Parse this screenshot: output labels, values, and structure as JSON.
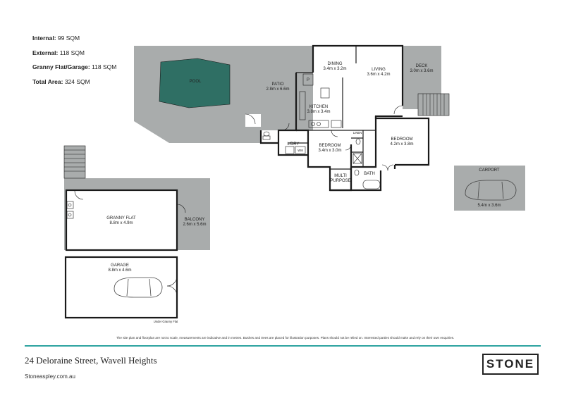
{
  "areas": [
    {
      "label": "Internal:",
      "value": " 99 SQM"
    },
    {
      "label": "External:",
      "value": " 118 SQM"
    },
    {
      "label": "Granny Flat/Garage:",
      "value": " 118 SQM"
    },
    {
      "label": "Total Area:",
      "value": " 324 SQM"
    }
  ],
  "rooms": {
    "pool": {
      "name": "POOL"
    },
    "patio": {
      "name": "PATIO",
      "dims": "2.8m x 6.6m"
    },
    "dining": {
      "name": "DINING",
      "dims": "3.4m x 3.2m"
    },
    "living": {
      "name": "LIVING",
      "dims": "3.6m x 4.2m"
    },
    "deck": {
      "name": "DECK",
      "dims": "3.0m x 3.6m"
    },
    "kitchen": {
      "name": "KITCHEN",
      "dims": "3.8m x 3.4m"
    },
    "laundry": {
      "name": "L'DRY"
    },
    "bedroom1": {
      "name": "BEDROOM",
      "dims": "3.4m x 3.0m"
    },
    "bedroom2": {
      "name": "BEDROOM",
      "dims": "4.2m x 3.8m"
    },
    "linen": {
      "name": "LINEN"
    },
    "multipurpose": {
      "name1": "MULTI",
      "name2": "PURPOSE"
    },
    "bath": {
      "name": "BATH"
    },
    "carport": {
      "name": "CARPORT",
      "dims": "5.4m x 3.6m"
    },
    "granny_flat": {
      "name": "GRANNY FLAT",
      "dims": "8.8m x 4.9m"
    },
    "balcony": {
      "name": "BALCONY",
      "dims": "2.6m x 5.6m"
    },
    "garage": {
      "name": "GARAGE",
      "dims": "8.8m x 4.6m"
    }
  },
  "fixtures": {
    "pantry": "P",
    "wm": "WM"
  },
  "notes": {
    "under_granny_flat": "Under Granny Flat"
  },
  "disclaimer": "The site plan and floorplan are not to scale, measurements are indicative and in metres. Bushes and trees are placed for illustration purposes. Plans should not be relied on. Interested parties should make and rely on their own enquiries.",
  "footer": {
    "address": "24 Deloraine Street, Wavell Heights",
    "website": "Stoneaspley.com.au",
    "logo": "STONE"
  },
  "colors": {
    "outdoor": "#a9acac",
    "pool": "#2f6f64",
    "wall": "#1a1a1a",
    "accent": "#2ea3a0"
  }
}
